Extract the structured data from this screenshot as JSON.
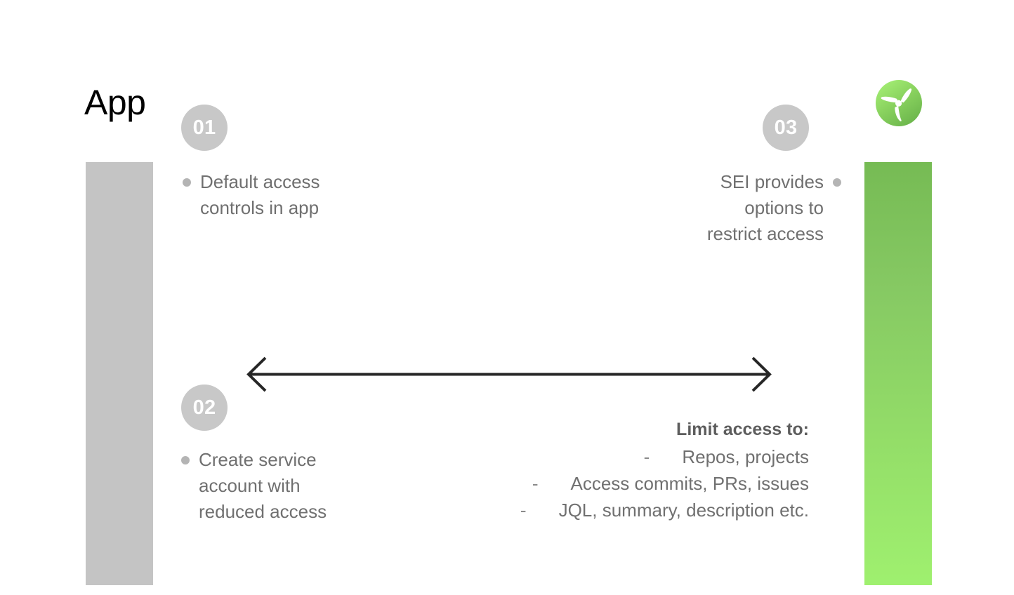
{
  "slide": {
    "title": "App",
    "background_color": "#ffffff"
  },
  "bars": {
    "left": {
      "name": "app-bar",
      "color": "#c4c4c4"
    },
    "right": {
      "name": "sei-bar",
      "color_top": "#76bb54",
      "color_bottom": "#9ff06f"
    }
  },
  "logo": {
    "name": "sei-propeller-logo",
    "circle_color_top": "#9ee86e",
    "circle_color_bottom": "#6fb94e",
    "blade_color": "#ffffff"
  },
  "steps": [
    {
      "number": "01",
      "text": "Default access\ncontrols in app",
      "align": "left"
    },
    {
      "number": "02",
      "text": "Create service\naccount with\nreduced access",
      "align": "left"
    },
    {
      "number": "03",
      "text": "SEI provides\noptions to\nrestrict access",
      "align": "right"
    }
  ],
  "arrow": {
    "name": "bidirectional-arrow",
    "color": "#262626",
    "direction": "both"
  },
  "limit_access": {
    "title": "Limit access to:",
    "dash": "-",
    "items": [
      "Repos, projects",
      "Access commits, PRs, issues",
      "JQL, summary, description etc."
    ]
  },
  "colors": {
    "badge_bg": "#c8c8c8",
    "badge_text": "#ffffff",
    "body_text": "#707070",
    "bullet_dot": "#b4b4b4",
    "title_text": "#000000"
  }
}
